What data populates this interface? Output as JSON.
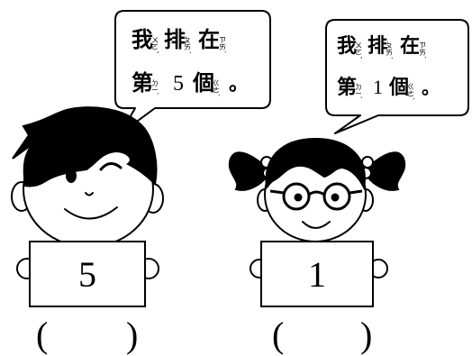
{
  "boy": {
    "speech": {
      "line1": {
        "c1": "我",
        "z1": "ㄨㄛˇ",
        "c2": "排",
        "z2": "ㄆㄞˊ",
        "c3": "在",
        "z3": "ㄗㄞˋ"
      },
      "line2": {
        "c1": "第",
        "z1": "ㄉㄧˋ",
        "num": "5",
        "c2": "個",
        "z2": "ㄍㄜˋ",
        "end": "。"
      }
    },
    "card_number": "5",
    "answer_open": "(",
    "answer_close": ")"
  },
  "girl": {
    "speech": {
      "line1": {
        "c1": "我",
        "z1": "ㄨㄛˇ",
        "c2": "排",
        "z2": "ㄆㄞˊ",
        "c3": "在",
        "z3": "ㄗㄞˋ"
      },
      "line2": {
        "c1": "第",
        "z1": "ㄉㄧˋ",
        "num": "1",
        "c2": "個",
        "z2": "ㄍㄜˋ",
        "end": "。"
      }
    },
    "card_number": "1",
    "answer_open": "(",
    "answer_close": ")"
  }
}
